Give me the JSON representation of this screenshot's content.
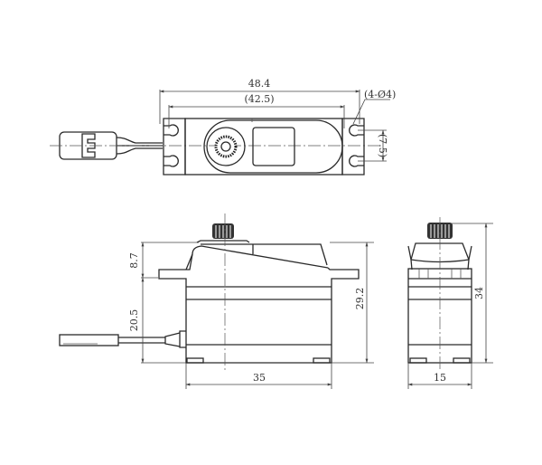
{
  "drawing": {
    "title": "Servo dimension drawing",
    "units": "mm",
    "top_view": {
      "overall_length": "48.4",
      "mounting_hole_spacing": "(42.5)",
      "hole_spec": "(4-Ø4)",
      "hole_vertical_spacing": "(7.5)"
    },
    "side_view": {
      "upper_height": "8.7",
      "lower_height": "20.5",
      "total_height_without_spline": "29.2",
      "body_length": "35"
    },
    "end_view": {
      "total_height": "34",
      "body_width": "15"
    }
  }
}
